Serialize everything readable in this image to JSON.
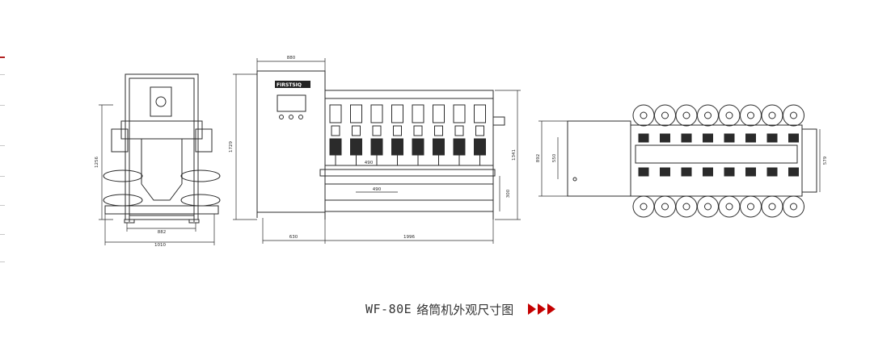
{
  "caption": {
    "model": "WF-80E",
    "title": "络筒机外观尺寸图"
  },
  "colors": {
    "line": "#2b2b2b",
    "accent_arrow": "#c40000",
    "rail_accent": "#b22222"
  },
  "front_view": {
    "height_dim": "1256",
    "inner_width_dim": "882",
    "overall_width_dim": "1010"
  },
  "side_view": {
    "brand_label": "FIRSTSIQ",
    "top_width_dim": "880",
    "left_height_dim": "1729",
    "right_height_dim": "1341",
    "lower_height_dim": "300",
    "upper_tray_dim": "490",
    "lower_tray_dim": "490",
    "base_width_dim": "630",
    "length_dim": "1996"
  },
  "top_view": {
    "left_dim_outer": "892",
    "left_dim_inner": "550",
    "right_dim": "579"
  }
}
